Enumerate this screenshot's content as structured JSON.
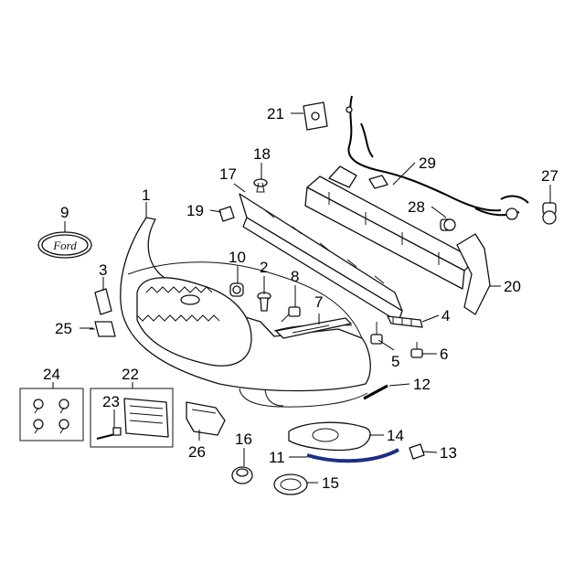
{
  "callouts": {
    "c1": "1",
    "c2": "2",
    "c3": "3",
    "c4": "4",
    "c5": "5",
    "c6": "6",
    "c7": "7",
    "c8": "8",
    "c9": "9",
    "c10": "10",
    "c11": "11",
    "c12": "12",
    "c13": "13",
    "c14": "14",
    "c15": "15",
    "c16": "16",
    "c17": "17",
    "c18": "18",
    "c19": "19",
    "c20": "20",
    "c21": "21",
    "c22": "22",
    "c23": "23",
    "c24": "24",
    "c25": "25",
    "c26": "26",
    "c27": "27",
    "c28": "28",
    "c29": "29"
  },
  "colors": {
    "line": "#000000",
    "accent_strip": "#1f2f7a",
    "part_fill": "#ffffff",
    "shade": "#d9d9d9"
  }
}
